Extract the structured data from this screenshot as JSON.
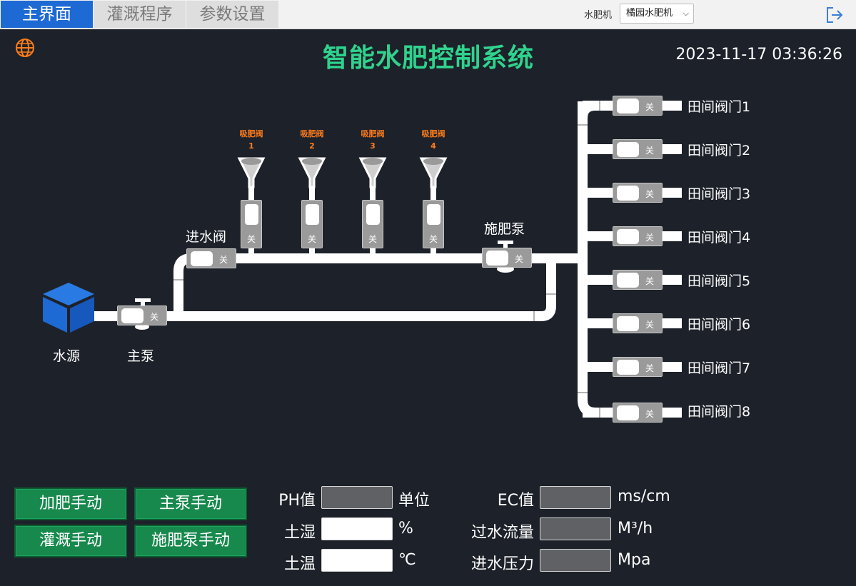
{
  "tabs": [
    {
      "label": "主界面",
      "active": true
    },
    {
      "label": "灌溉程序",
      "active": false
    },
    {
      "label": "参数设置",
      "active": false
    }
  ],
  "device": {
    "label": "水肥机",
    "selected": "橘园水肥机"
  },
  "header": {
    "title": "智能水肥控制系统",
    "datetime": "2023-11-17 03:36:26"
  },
  "diagram": {
    "water_source": "水源",
    "main_pump": "主泵",
    "inlet_valve": "进水阀",
    "fert_pump": "施肥泵",
    "suck_valves": [
      {
        "label": "吸肥阀",
        "num": "1",
        "state": "关"
      },
      {
        "label": "吸肥阀",
        "num": "2",
        "state": "关"
      },
      {
        "label": "吸肥阀",
        "num": "3",
        "state": "关"
      },
      {
        "label": "吸肥阀",
        "num": "4",
        "state": "关"
      }
    ],
    "switch_state": "关",
    "field_valves": [
      {
        "label": "田间阀门1",
        "state": "关"
      },
      {
        "label": "田间阀门2",
        "state": "关"
      },
      {
        "label": "田间阀门3",
        "state": "关"
      },
      {
        "label": "田间阀门4",
        "state": "关"
      },
      {
        "label": "田间阀门5",
        "state": "关"
      },
      {
        "label": "田间阀门6",
        "state": "关"
      },
      {
        "label": "田间阀门7",
        "state": "关"
      },
      {
        "label": "田间阀门8",
        "state": "关"
      }
    ]
  },
  "buttons": {
    "add_fert": "加肥手动",
    "main_pump": "主泵手动",
    "irrigation": "灌溉手动",
    "fert_pump": "施肥泵手动"
  },
  "metrics": {
    "ph": {
      "label": "PH值",
      "value": "",
      "unit": "单位"
    },
    "soil_humidity": {
      "label": "土湿",
      "value": "",
      "unit": "%"
    },
    "soil_temp": {
      "label": "土温",
      "value": "",
      "unit": "℃"
    },
    "ec": {
      "label": "EC值",
      "value": "",
      "unit": "ms/cm"
    },
    "flow": {
      "label": "过水流量",
      "value": "",
      "unit": "M³/h"
    },
    "pressure": {
      "label": "进水压力",
      "value": "",
      "unit": "Mpa"
    }
  },
  "colors": {
    "accent": "#1e6ad4",
    "title": "#2fd38d",
    "button": "#17894d",
    "suck_label": "#ff7d1a",
    "cube": "#1e6ad4"
  }
}
